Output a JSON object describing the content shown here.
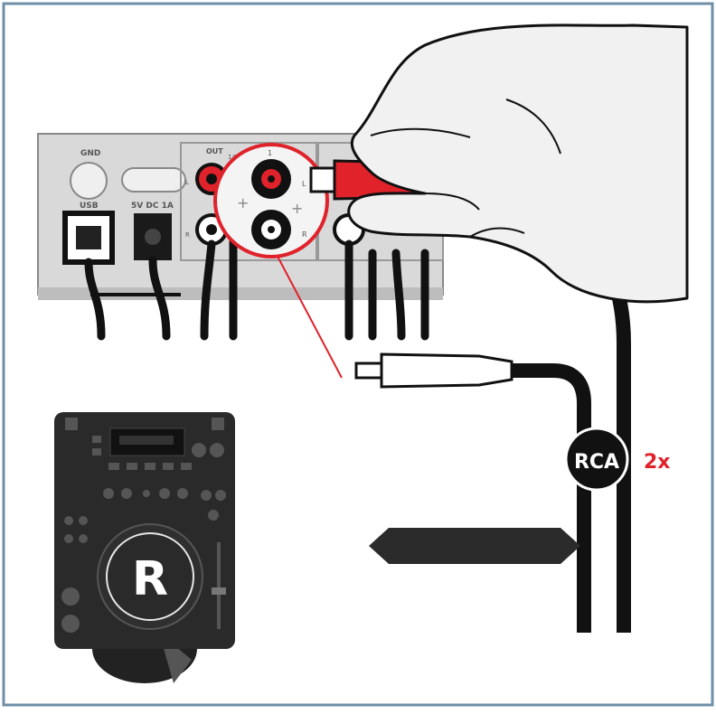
{
  "colors": {
    "frame": "#6f8fa8",
    "cable": "#111111",
    "accent_red": "#e0222b",
    "device_body": "#dcdcdc",
    "player_body": "#2a2a2a",
    "hand_fill": "#f1f1f1"
  },
  "interface": {
    "labels": {
      "gnd": "GND",
      "usb": "USB",
      "power": "5V DC 1A",
      "out": "OUT",
      "out_num": "1",
      "jack_l": "L",
      "jack_r": "R",
      "side_l": "L",
      "side_r": "R",
      "out_12": "1/2",
      "plus": "+"
    }
  },
  "cable_badge": {
    "text": "RCA",
    "multiplier": "2x"
  },
  "player": {
    "channel_label": "R"
  },
  "icons": [
    "usb-port-icon",
    "power-port-icon",
    "rca-jack-icon",
    "rca-plug-icon",
    "arrow-icon",
    "cd-player-icon",
    "hand-icon"
  ]
}
